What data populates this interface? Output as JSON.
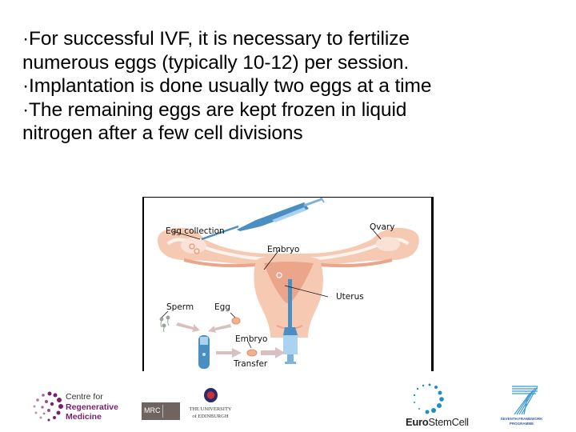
{
  "slide": {
    "bullets": [
      {
        "marker": "·",
        "lines": [
          "For successful IVF, it is necessary to fertilize",
          "numerous eggs (typically 10-12) per session."
        ]
      },
      {
        "marker": "·",
        "lines": [
          "Implantation is done usually two eggs at a time"
        ]
      },
      {
        "marker": "·",
        "lines": [
          "The remaining eggs are kept frozen in liquid",
          "nitrogen after a few cell divisions"
        ]
      }
    ],
    "bullet_lines": [
      "·For successful IVF, it is necessary to fertilize",
      "numerous eggs (typically 10-12) per session.",
      "·Implantation is done usually two eggs at a time",
      "·The remaining eggs are kept frozen in liquid",
      "nitrogen after a few cell divisions"
    ]
  },
  "figure": {
    "labels": {
      "egg_collection": "Egg collection",
      "embryo_top": "Embryo",
      "ovary": "Ovary",
      "uterus": "Uterus",
      "sperm": "Sperm",
      "egg": "Egg",
      "embryo_bottom": "Embryo",
      "transfer": "Transfer"
    },
    "colors": {
      "tissue": "#f6c9b3",
      "tissue_dark": "#eaa58a",
      "syringe": "#4a8ec2",
      "syringe_light": "#a9d3ee",
      "arrow": "#d9c0c0"
    }
  },
  "footer": {
    "logos": {
      "crm": {
        "line1": "Centre for",
        "line2": "Regenerative",
        "line3": "Medicine",
        "color": "#7a1f6e"
      },
      "mrc": {
        "label": "MRC"
      },
      "edinburgh": {
        "line1": "THE UNIVERSITY",
        "line2": "of EDINBURGH"
      },
      "eurostemcell": {
        "bold": "Euro",
        "regular": "StemCell",
        "color": "#1a8fc2"
      },
      "fp7": {
        "line1": "SEVENTH FRAMEWORK",
        "line2": "PROGRAMME",
        "color": "#3a5ba8"
      }
    }
  }
}
